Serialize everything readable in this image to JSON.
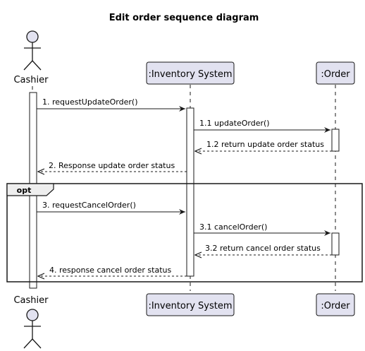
{
  "title": "Edit order sequence diagram",
  "actor": {
    "name": "Cashier"
  },
  "participants": [
    {
      "label": ":Inventory System"
    },
    {
      "label": ":Order"
    }
  ],
  "messages": [
    {
      "label": "1. requestUpdateOrder()",
      "from": 0,
      "to": 1,
      "dashed": false
    },
    {
      "label": "1.1 updateOrder()",
      "from": 1,
      "to": 2,
      "dashed": false
    },
    {
      "label": "1.2 return update order status",
      "from": 2,
      "to": 1,
      "dashed": true
    },
    {
      "label": "2. Response update order status",
      "from": 1,
      "to": 0,
      "dashed": true
    },
    {
      "label": "3. requestCancelOrder()",
      "from": 0,
      "to": 1,
      "dashed": false
    },
    {
      "label": "3.1 cancelOrder()",
      "from": 1,
      "to": 2,
      "dashed": false
    },
    {
      "label": "3.2 return cancel order status",
      "from": 2,
      "to": 1,
      "dashed": true
    },
    {
      "label": "4. response cancel order status",
      "from": 1,
      "to": 0,
      "dashed": true
    }
  ],
  "fragment": {
    "label": "opt"
  },
  "colors": {
    "participant_fill": "#E2E2F0",
    "participant_stroke": "#181818",
    "lifeline": "#181818",
    "activation_fill": "#FFFFFF"
  }
}
